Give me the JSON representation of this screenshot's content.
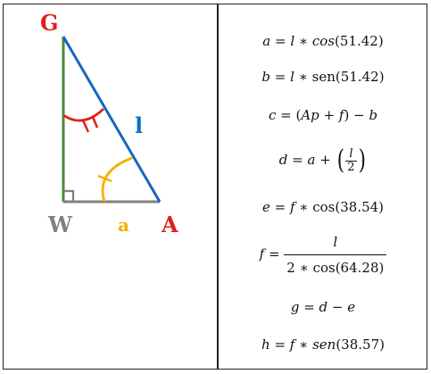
{
  "diagram": {
    "labels": {
      "g": "G",
      "w": "W",
      "a_vertex": "A",
      "l": "l",
      "a_side": "a"
    },
    "colors": {
      "g": "#e0201b",
      "w": "#808080",
      "a_vertex": "#e0201b",
      "l": "#0b6fc0",
      "a_side": "#f2b200",
      "hyp": "#1565c0",
      "vertical": "#4a8a3a",
      "base": "#808080",
      "arc_g": "#e0201b",
      "arc_a": "#f2b200"
    }
  },
  "formulas": {
    "f1": {
      "lhs": "a",
      "rhs_var": "l",
      "fn": "cos",
      "arg": "(51.42)"
    },
    "f2": {
      "lhs": "b",
      "rhs_var": "l",
      "fn": "sen",
      "arg": "(51.42)"
    },
    "f3": {
      "lhs": "c",
      "open": "(",
      "ap": "Ap",
      "plus": "+",
      "f": "f",
      "close": ")",
      "minus": "−",
      "b": "b"
    },
    "f4": {
      "lhs": "d",
      "a": "a",
      "plus": "+",
      "num": "l",
      "den": "2"
    },
    "f5": {
      "lhs": "e",
      "rhs_var": "f",
      "fn": "cos",
      "arg": "(38.54)"
    },
    "f6": {
      "lhs": "f",
      "num": "l",
      "den": "2 ∗ cos(64.28)"
    },
    "f7": {
      "lhs": "g",
      "d": "d",
      "minus": "−",
      "e": "e"
    },
    "f8": {
      "lhs": "h",
      "rhs_var": "f",
      "fn": "sen",
      "arg": "(38.57)"
    }
  }
}
